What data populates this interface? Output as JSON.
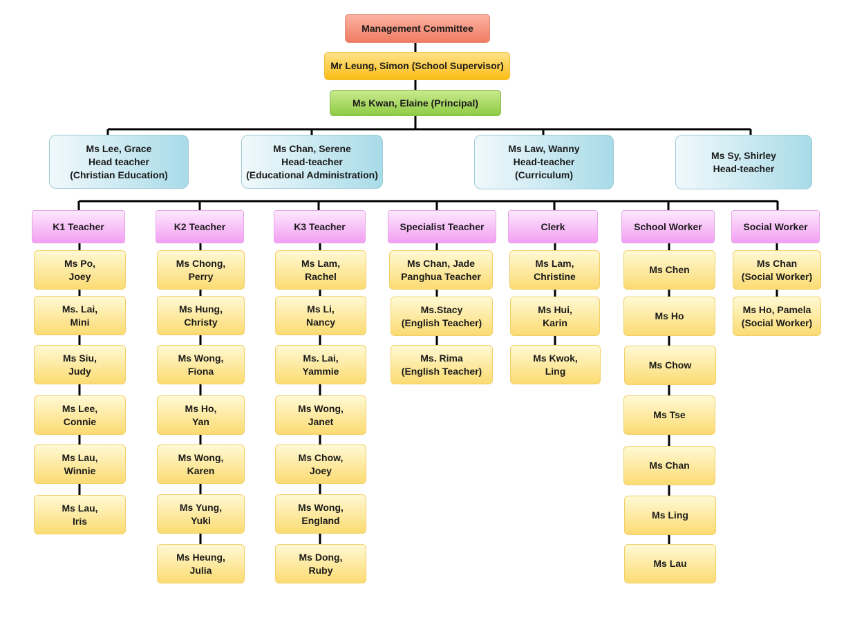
{
  "org_chart": {
    "committee": "Management Committee",
    "supervisor": "Mr Leung, Simon (School Supervisor)",
    "principal": "Ms Kwan, Elaine (Principal)",
    "head_teachers": [
      "Ms Lee, Grace\nHead teacher\n(Christian Education)",
      "Ms Chan, Serene\nHead-teacher\n(Educational Administration)",
      "Ms Law, Wanny\nHead-teacher\n(Curriculum)",
      "Ms Sy, Shirley\nHead-teacher"
    ],
    "categories": [
      {
        "title": "K1 Teacher",
        "members": [
          "Ms Po,\nJoey",
          "Ms. Lai,\nMini",
          "Ms Siu,\nJudy",
          "Ms Lee,\nConnie",
          "Ms Lau,\nWinnie",
          "Ms Lau,\nIris"
        ]
      },
      {
        "title": "K2 Teacher",
        "members": [
          "Ms Chong,\nPerry",
          "Ms Hung,\nChristy",
          "Ms Wong,\nFiona",
          "Ms Ho,\nYan",
          "Ms Wong,\nKaren",
          "Ms Yung,\nYuki",
          "Ms Heung,\nJulia"
        ]
      },
      {
        "title": "K3 Teacher",
        "members": [
          "Ms Lam,\nRachel",
          "Ms Li,\nNancy",
          "Ms. Lai,\nYammie",
          "Ms Wong,\nJanet",
          "Ms Chow,\nJoey",
          "Ms Wong,\nEngland",
          "Ms Dong,\nRuby"
        ]
      },
      {
        "title": "Specialist Teacher",
        "members": [
          "Ms Chan, Jade\nPanghua Teacher",
          "Ms.Stacy\n(English Teacher)",
          "Ms. Rima\n(English Teacher)"
        ]
      },
      {
        "title": "Clerk",
        "members": [
          "Ms Lam,\nChristine",
          "Ms Hui,\nKarin",
          "Ms Kwok,\nLing"
        ]
      },
      {
        "title": "School Worker",
        "members": [
          "Ms Chen",
          "Ms Ho",
          "Ms Chow",
          "Ms Tse",
          "Ms Chan",
          "Ms Ling",
          "Ms Lau"
        ]
      },
      {
        "title": "Social Worker",
        "members": [
          "Ms Chan\n(Social Worker)",
          "Ms Ho, Pamela\n(Social Worker)"
        ]
      }
    ]
  }
}
